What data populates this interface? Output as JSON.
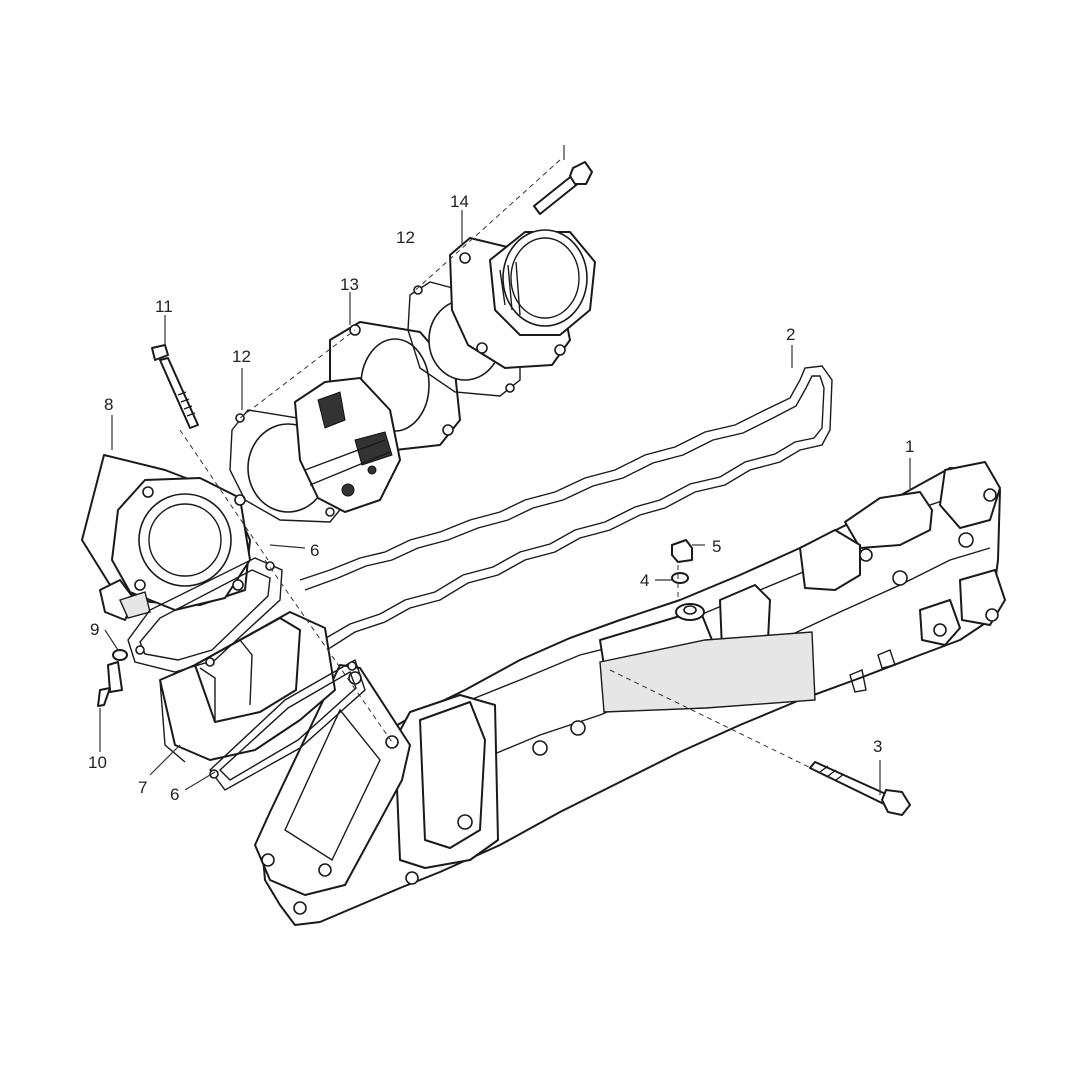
{
  "callouts": {
    "c1": "1",
    "c2": "2",
    "c3": "3",
    "c4": "4",
    "c5": "5",
    "c6a": "6",
    "c6b": "6",
    "c7": "7",
    "c8": "8",
    "c9": "9",
    "c10": "10",
    "c11": "11",
    "c12a": "12",
    "c12b": "12",
    "c13": "13",
    "c14": "14"
  }
}
